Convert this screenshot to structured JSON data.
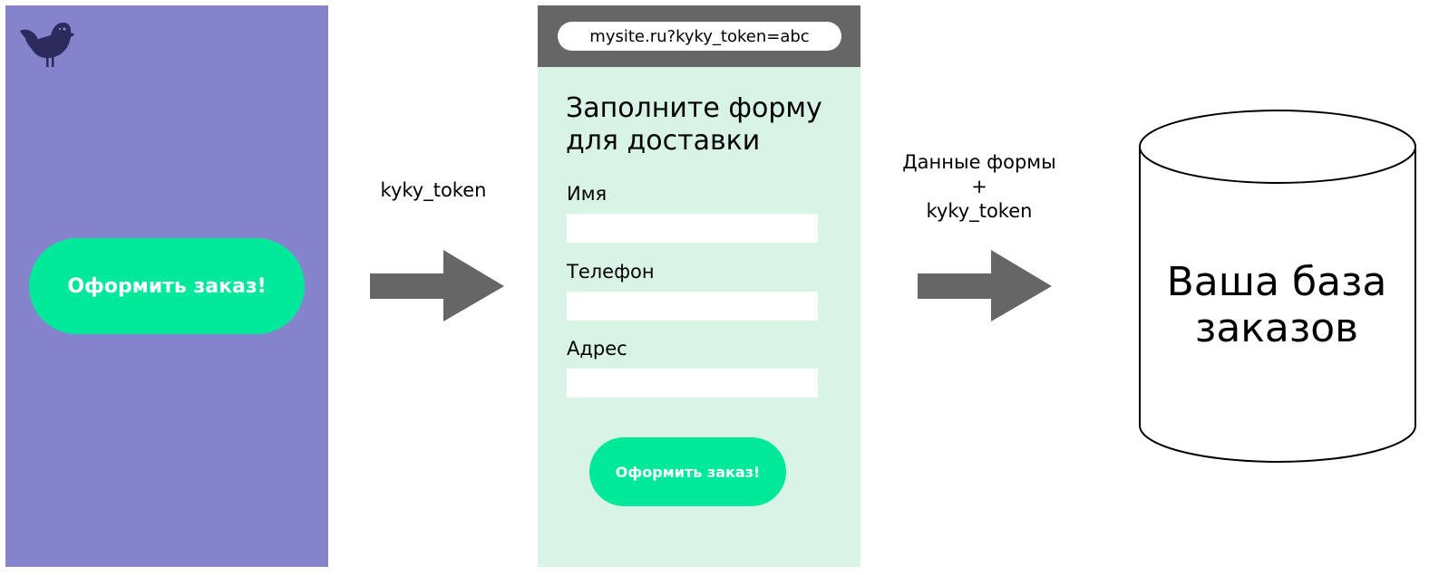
{
  "app_screen": {
    "logo_icon": "bird-logo-icon",
    "button_label": "Оформить заказ!",
    "background_color": "#8583cc",
    "button_color": "#00e89a"
  },
  "step1": {
    "label": "kyky_token",
    "arrow_icon": "right-arrow-icon"
  },
  "web_form": {
    "url": "mysite.ru?kyky_token=abc",
    "title": "Заполните форму для доставки",
    "fields": [
      {
        "label": "Имя",
        "value": ""
      },
      {
        "label": "Телефон",
        "value": ""
      },
      {
        "label": "Адрес",
        "value": ""
      }
    ],
    "submit_label": "Оформить заказ!",
    "background_color": "#d8f4e4",
    "bar_color": "#666666"
  },
  "step2": {
    "label_lines": [
      "Данные формы",
      "+",
      "kyky_token"
    ],
    "arrow_icon": "right-arrow-icon"
  },
  "database": {
    "icon": "database-cylinder-icon",
    "label_lines": [
      "Ваша база",
      "заказов"
    ]
  }
}
